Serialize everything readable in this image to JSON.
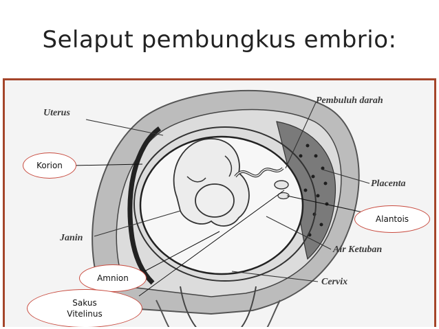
{
  "slide": {
    "title": "Selaput pembungkus embrio:"
  },
  "diagram": {
    "labels": {
      "uterus": "Uterus",
      "pembuluh_darah": "Pembuluh darah",
      "placenta": "Placenta",
      "janin": "Janin",
      "air_ketuban": "Air Ketuban",
      "cervix": "Cervix"
    },
    "callouts": {
      "korion": "Korion",
      "alantois": "Alantois",
      "amnion": "Amnion",
      "sakus_line1": "Sakus",
      "sakus_line2": "Vitelinus"
    },
    "colors": {
      "frame": "#a4452a",
      "bubble_border": "#c84a3e",
      "ink": "#3a3a3a"
    }
  }
}
